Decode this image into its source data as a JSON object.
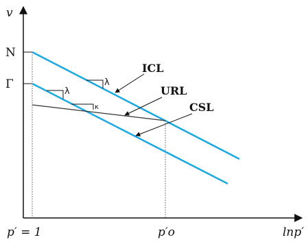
{
  "axes": {
    "y_label": "v",
    "x_label": "lnp′"
  },
  "y_ticks": [
    "N",
    "Γ"
  ],
  "x_ticks": [
    "p′ = 1",
    "p′o"
  ],
  "lines": {
    "icl": {
      "label": "ICL",
      "color": "#1aa8e0"
    },
    "csl": {
      "label": "CSL",
      "color": "#1aa8e0"
    },
    "url": {
      "label": "URL",
      "color": "#333333"
    }
  },
  "slopes": {
    "icl_slope": "λ",
    "csl_slope": "λ",
    "url_slope": "κ"
  }
}
